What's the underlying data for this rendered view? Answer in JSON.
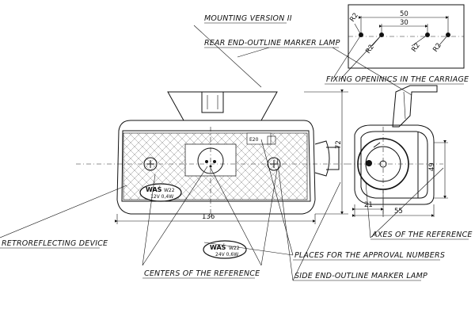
{
  "labels": {
    "mounting_version": "MOUNTING VERSION II",
    "rear_marker": "REAR END-OUTLINE MARKER LAMP",
    "fixing_openings": "FIXING OPENINICS IN THE CARRIAGE",
    "axes_reference": "AXES OF THE REFERENCE",
    "retroreflecting": "RETROREFLECTING DEVICE",
    "approval_numbers": "PLACES FOR THE APPROVAL NUMBERS",
    "centers_reference": "CENTERS OF THE REFERENCE",
    "side_marker": "SIDE END-OUTLINE MARKER LAMP"
  },
  "dimensions": {
    "width_136": "136",
    "height_72": "72",
    "depth_55": "55",
    "depth_21": "21",
    "height_49": "49",
    "fix_50": "50",
    "fix_30": "30",
    "r2_a": "R2",
    "r2_b": "R2",
    "r2_c": "R2",
    "r2_d": "R2"
  },
  "badges": {
    "brand": "WAŚ",
    "model": "W22",
    "spec_12v": "12V 0,4W",
    "spec_24v": "24V 0,6W"
  },
  "markings": {
    "approval_e20": "E20"
  }
}
